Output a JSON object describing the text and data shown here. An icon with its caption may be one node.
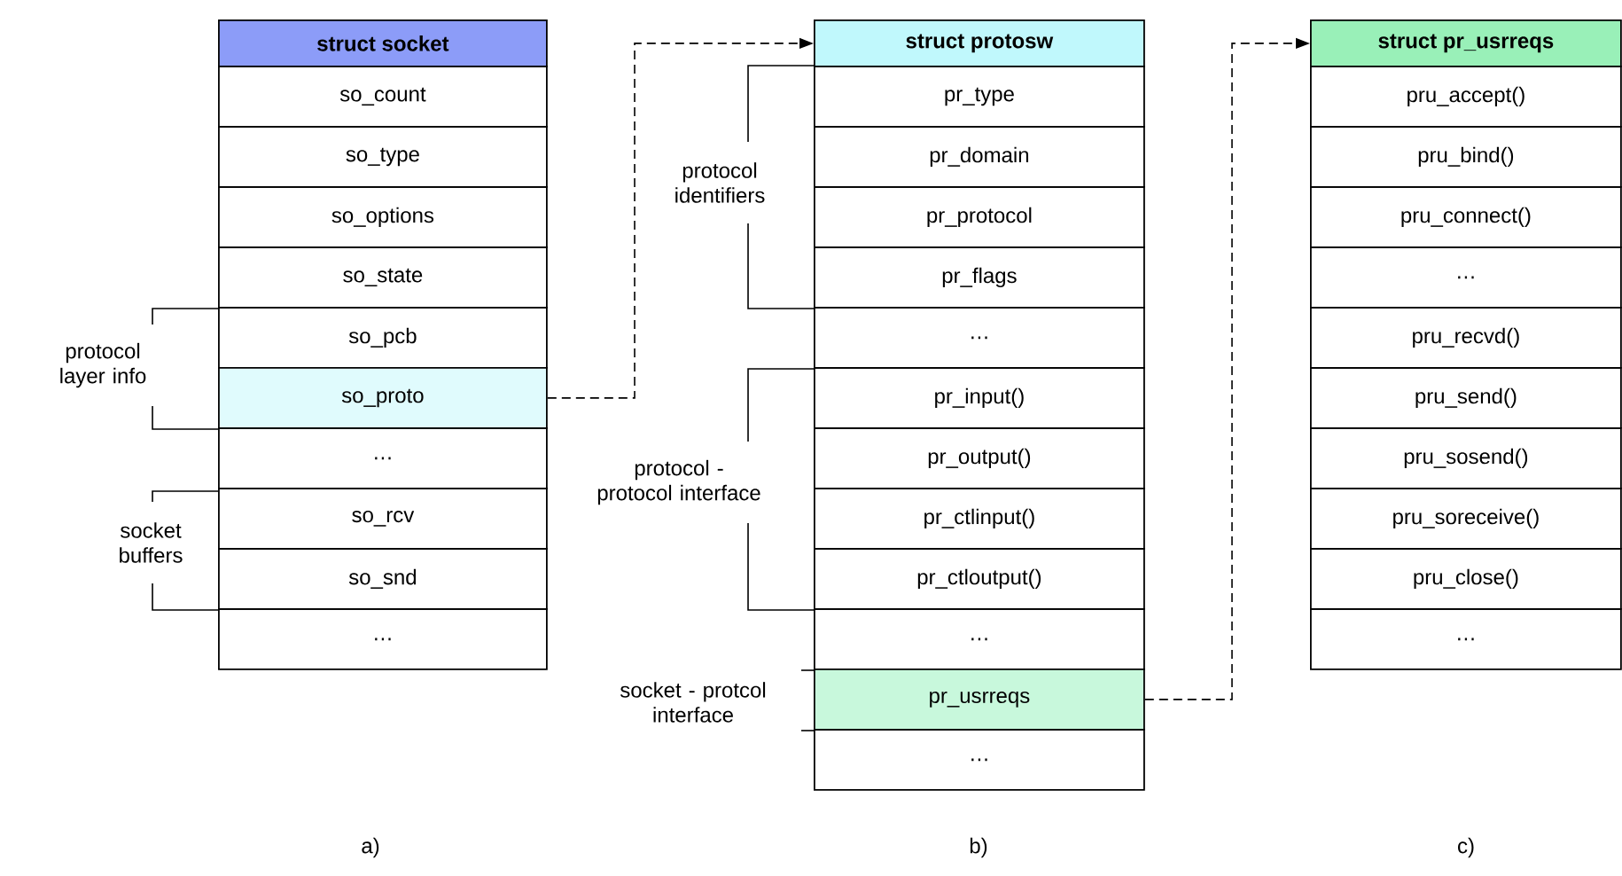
{
  "diagram": {
    "nodes": [
      {
        "text": [
          "**struct socket**"
        ]
      },
      {
        "text": [
          "so_count"
        ]
      },
      {
        "text": [
          "so_type"
        ]
      },
      {
        "text": [
          "so_options"
        ]
      },
      {
        "text": [
          "so_state"
        ]
      },
      {
        "text": [
          "so_pcb"
        ]
      },
      {
        "text": [
          "so_proto"
        ]
      },
      {
        "text": [
          "…"
        ]
      },
      {
        "text": [
          "so_rcv"
        ]
      },
      {
        "text": [
          "so_snd"
        ]
      },
      {
        "text": [
          "…"
        ]
      },
      {
        "text": [
          "**struct protosw**"
        ]
      },
      {
        "text": [
          "pr_type"
        ]
      },
      {
        "text": [
          "pr_domain"
        ]
      },
      {
        "text": [
          "pr_protocol"
        ]
      },
      {
        "text": [
          "pr_flags"
        ]
      },
      {
        "text": [
          "…"
        ]
      },
      {
        "text": [
          "pr_input()"
        ]
      },
      {
        "text": [
          "pr_output()"
        ]
      },
      {
        "text": [
          "pr_ctlinput()"
        ]
      },
      {
        "text": [
          "pr_ctloutput()"
        ]
      },
      {
        "text": [
          "…"
        ]
      },
      {
        "text": [
          "pr_usrreqs"
        ]
      },
      {
        "text": [
          "…"
        ]
      },
      {
        "text": [
          "**struct pr_usrreqs**"
        ]
      },
      {
        "text": [
          "pru_accept()"
        ]
      },
      {
        "text": [
          "pru_bind()"
        ]
      },
      {
        "text": [
          "pru_connect()"
        ]
      },
      {
        "text": [
          "…"
        ]
      },
      {
        "text": [
          "pru_recvd()"
        ]
      },
      {
        "text": [
          "pru_send()"
        ]
      },
      {
        "text": [
          "pru_sosend()"
        ]
      },
      {
        "text": [
          "pru_soreceive()"
        ]
      },
      {
        "text": [
          "pru_close()"
        ]
      },
      {
        "text": [
          "…"
        ]
      }
    ],
    "edges": [
      {
        "from": 6,
        "to": 11,
        "arrow": "to",
        "style": "dashed"
      },
      {
        "from": 22,
        "to": 24,
        "arrow": "to",
        "style": "dashed"
      }
    ],
    "labels": [
      "protocol layer info",
      "socket buffers",
      "protocol identifiers",
      "protocol - protocol interface",
      "socket - protcol interface",
      "a)",
      "b)",
      "c)"
    ]
  }
}
